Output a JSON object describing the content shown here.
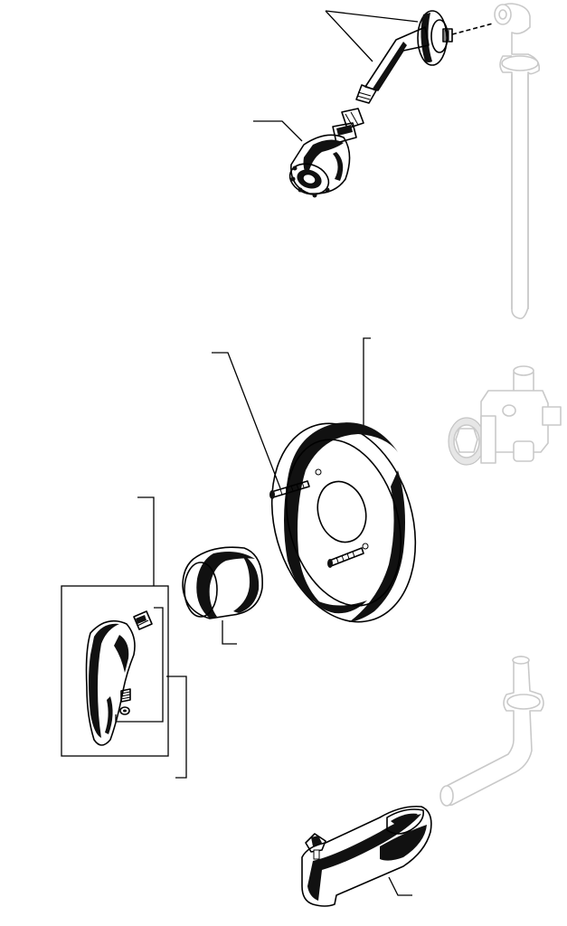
{
  "diagram": {
    "type": "exploded-parts-view",
    "colors": {
      "ink": "#000000",
      "background": "#ffffff",
      "hidden_rough_in": "#c9c9c9",
      "hidden_rough_in_fill": "#e6e6e6"
    },
    "parts": [
      {
        "id": "shower-arm-flange",
        "icon": "shower-arm-icon"
      },
      {
        "id": "shower-head",
        "icon": "shower-head-icon"
      },
      {
        "id": "escutcheon-screw",
        "icon": "screw-icon"
      },
      {
        "id": "escutcheon-plate",
        "icon": "escutcheon-icon"
      },
      {
        "id": "handle-sleeve",
        "icon": "sleeve-icon"
      },
      {
        "id": "lever-handle-kit",
        "icon": "lever-handle-icon"
      },
      {
        "id": "tub-spout-diverter",
        "icon": "tub-spout-icon"
      }
    ],
    "rough_in": [
      {
        "id": "shower-riser-pipe",
        "icon": "pipe-icon"
      },
      {
        "id": "valve-body",
        "icon": "valve-body-icon"
      },
      {
        "id": "spout-supply-pipe",
        "icon": "pipe-icon"
      }
    ]
  }
}
